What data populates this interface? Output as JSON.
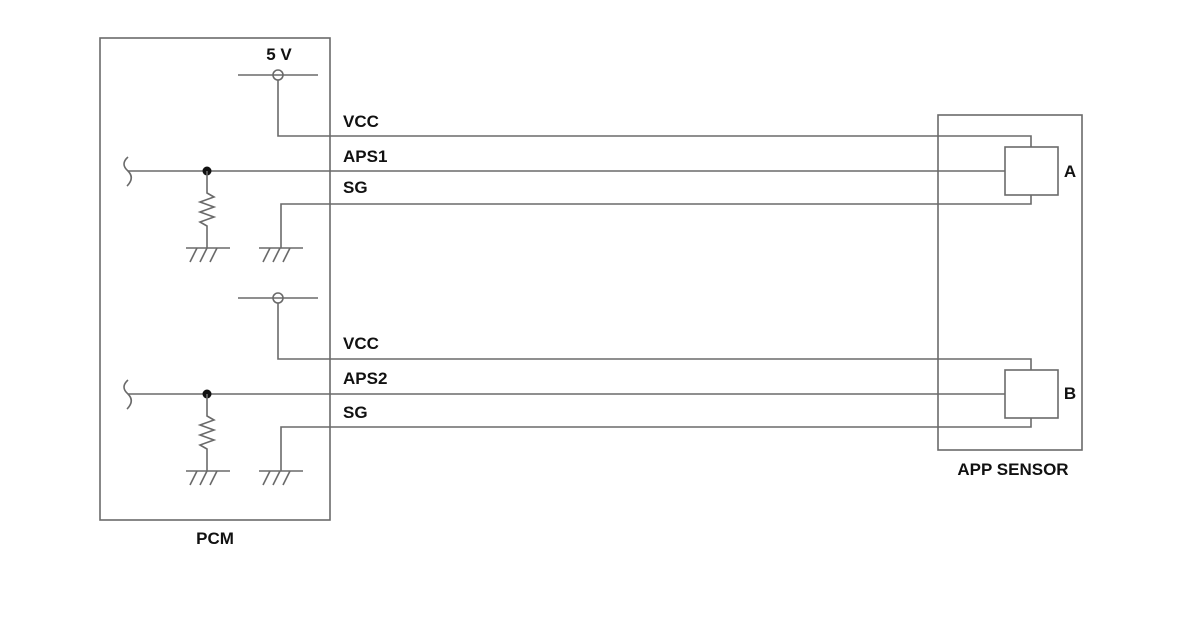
{
  "pcm": {
    "label": "PCM",
    "supply_label": "5 V"
  },
  "sensor": {
    "label": "APP SENSOR",
    "element_a": "A",
    "element_b": "B"
  },
  "circuit_1": {
    "vcc": "VCC",
    "signal": "APS1",
    "ground": "SG"
  },
  "circuit_2": {
    "vcc": "VCC",
    "signal": "APS2",
    "ground": "SG"
  },
  "colors": {
    "line": "#6a6a6a",
    "text": "#111111",
    "background": "#ffffff"
  }
}
